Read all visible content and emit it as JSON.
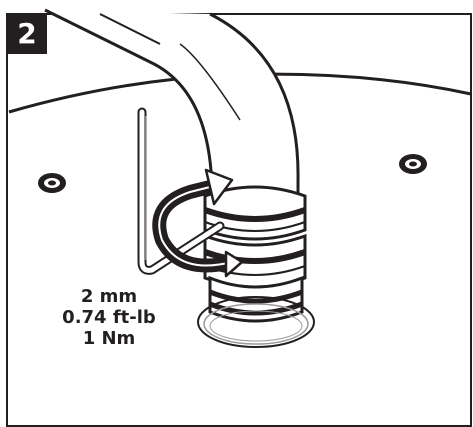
{
  "step": {
    "number": "2"
  },
  "spec": {
    "size": "2 mm",
    "torque_imperial": "0.74 ft-lb",
    "torque_metric": "1 Nm"
  },
  "colors": {
    "ink": "#231f20",
    "paper": "#ffffff",
    "shade": "#9c9a9b"
  },
  "icons": [
    "hex-key-icon",
    "rotation-arrow-icon",
    "screw-hole-icon"
  ]
}
